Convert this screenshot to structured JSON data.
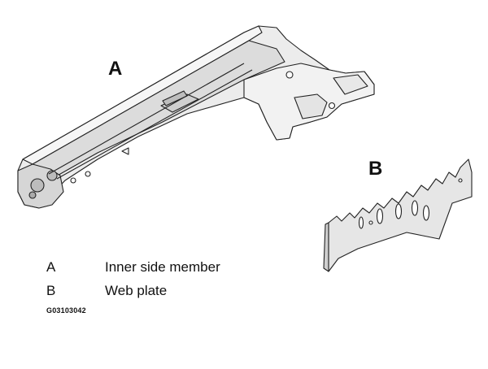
{
  "callouts": {
    "a": "A",
    "b": "B"
  },
  "legend": [
    {
      "key": "A",
      "text": "Inner side member"
    },
    {
      "key": "B",
      "text": "Web plate"
    }
  ],
  "figure_code": "G03103042"
}
